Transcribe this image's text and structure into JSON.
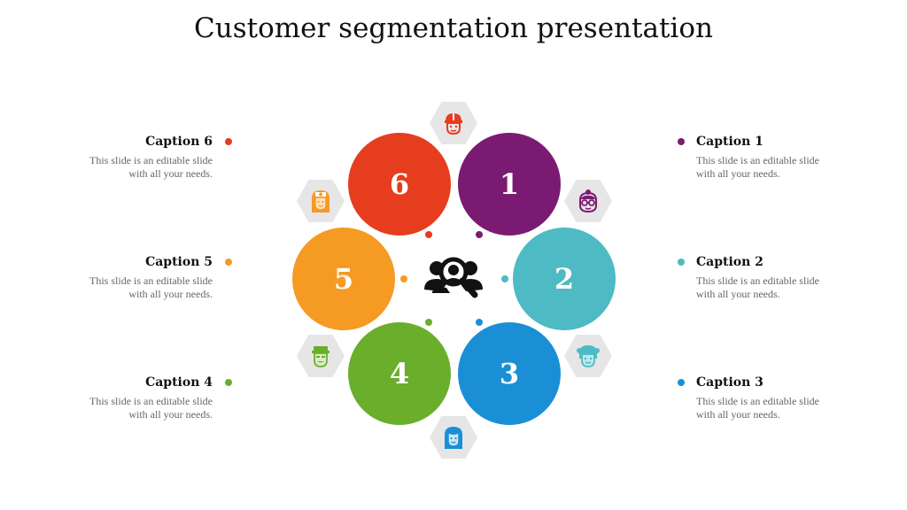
{
  "title": "Customer segmentation presentation",
  "colors": {
    "c1": "#7B1A72",
    "c2": "#4DBAC4",
    "c3": "#1B8FD6",
    "c4": "#6AAE2C",
    "c5": "#F59A23",
    "c6": "#E63D1E"
  },
  "captions": [
    {
      "name": "Caption 1",
      "desc1": "This slide is an editable slide",
      "desc2": "with all your needs."
    },
    {
      "name": "Caption 2",
      "desc1": "This slide is an editable slide",
      "desc2": "with all your needs."
    },
    {
      "name": "Caption 3",
      "desc1": "This slide is an editable slide",
      "desc2": "with all your needs."
    },
    {
      "name": "Caption 4",
      "desc1": "This slide is an editable slide",
      "desc2": "with all your needs."
    },
    {
      "name": "Caption 5",
      "desc1": "This slide is an editable slide",
      "desc2": "with all your needs."
    },
    {
      "name": "Caption 6",
      "desc1": "This slide is an editable slide",
      "desc2": "with all your needs."
    }
  ],
  "segments": [
    {
      "number": "1",
      "icon": "grandmother-glasses-icon"
    },
    {
      "number": "2",
      "icon": "girl-icon"
    },
    {
      "number": "3",
      "icon": "woman-icon"
    },
    {
      "number": "4",
      "icon": "man-cap-icon"
    },
    {
      "number": "5",
      "icon": "nurse-icon"
    },
    {
      "number": "6",
      "icon": "worker-helmet-icon"
    }
  ],
  "center_icon": "customer-search-icon"
}
